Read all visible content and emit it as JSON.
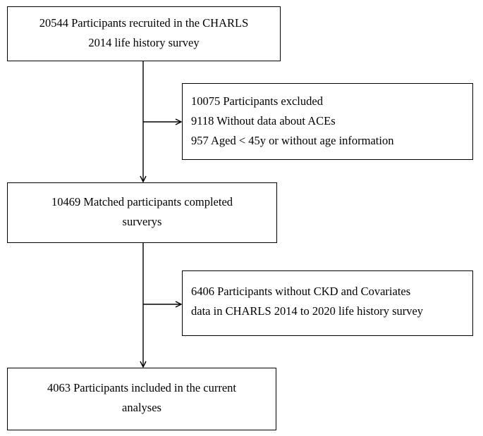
{
  "flowchart": {
    "recruited": {
      "line1": "20544 Participants recruited in the CHARLS",
      "line2": "2014 life history survey"
    },
    "excluded": {
      "line1": "10075 Participants excluded",
      "line2": "9118 Without data about ACEs",
      "line3": "957 Aged < 45y or without age information"
    },
    "matched": {
      "line1": "10469 Matched participants completed",
      "line2": "surverys"
    },
    "without_ckd": {
      "line1": "6406 Participants without CKD and Covariates",
      "line2": "data in CHARLS 2014 to 2020 life history survey"
    },
    "included": {
      "line1": "4063 Participants included in the current",
      "line2": "analyses"
    }
  }
}
